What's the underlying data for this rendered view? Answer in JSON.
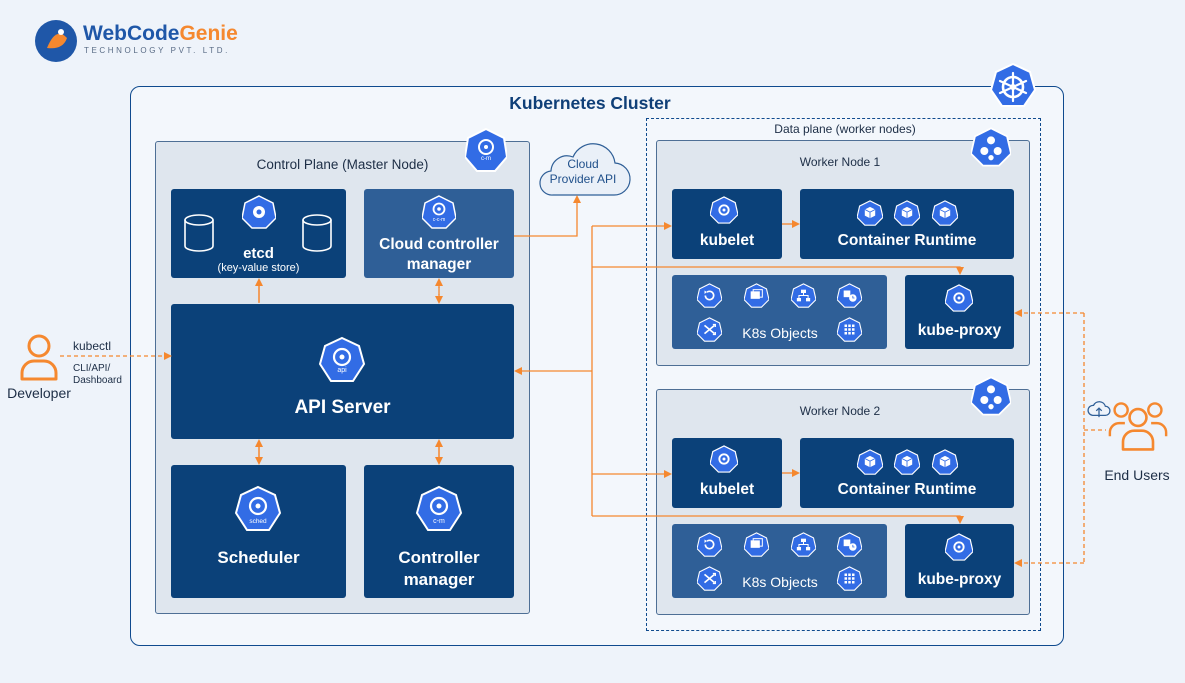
{
  "logo": {
    "name": "WebCodeGenie",
    "name_part1": "WebCode",
    "name_part2": "Genie",
    "tagline": "TECHNOLOGY PVT. LTD."
  },
  "cluster": {
    "title": "Kubernetes Cluster"
  },
  "control_plane": {
    "title": "Control Plane (Master Node)",
    "etcd": {
      "label": "etcd",
      "sub": "(key-value store)"
    },
    "ccm": {
      "label_line1": "Cloud controller",
      "label_line2": "manager"
    },
    "api_server": {
      "label": "API Server",
      "icon_text": "api"
    },
    "scheduler": {
      "label": "Scheduler",
      "icon_text": "sched"
    },
    "controller_manager": {
      "label_line1": "Controller",
      "label_line2": "manager",
      "icon_text": "c-m"
    },
    "badge_text": "c-m",
    "ccm_icon_text": "c-c-m"
  },
  "cloud": {
    "line1": "Cloud",
    "line2": "Provider API"
  },
  "data_plane": {
    "title": "Data plane (worker nodes)",
    "nodes": [
      {
        "title": "Worker Node 1",
        "kubelet": "kubelet",
        "runtime": "Container Runtime",
        "objects": "K8s Objects",
        "proxy": "kube-proxy"
      },
      {
        "title": "Worker Node 2",
        "kubelet": "kubelet",
        "runtime": "Container Runtime",
        "objects": "K8s Objects",
        "proxy": "kube-proxy"
      }
    ]
  },
  "developer": {
    "label": "Developer",
    "kubectl": "kubectl",
    "cli_line1": "CLI/API/",
    "cli_line2": "Dashboard"
  },
  "end_users": {
    "label": "End Users"
  },
  "colors": {
    "navy": "#0b4179",
    "accent": "#f5882f",
    "panel": "#dfe6ee",
    "border": "#0f4a8e",
    "k8s_blue": "#326ce5"
  }
}
